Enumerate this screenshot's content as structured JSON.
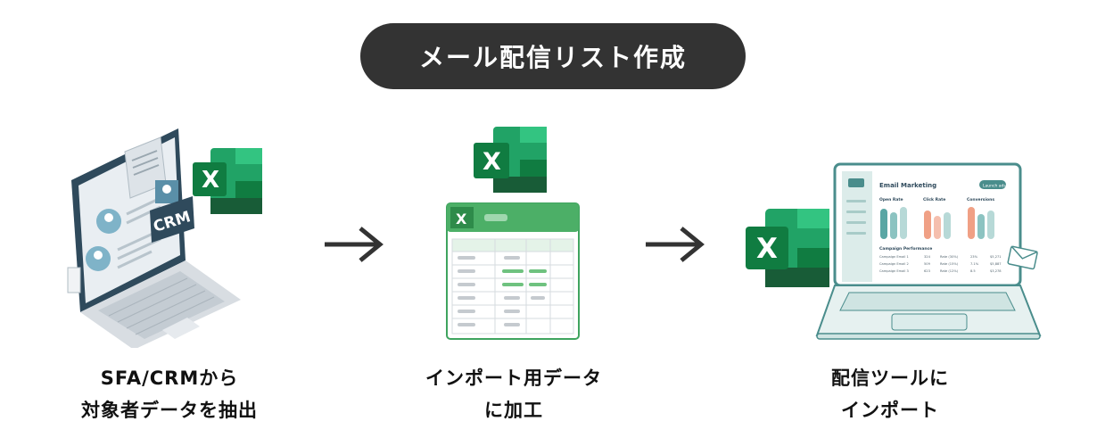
{
  "title": "メール配信リスト作成",
  "steps": [
    {
      "caption_line1": "SFA/CRMから",
      "caption_line2": "対象者データを抽出",
      "crm_label": "CRM"
    },
    {
      "caption_line1": "インポート用データ",
      "caption_line2": "に加工"
    },
    {
      "caption_line1": "配信ツールに",
      "caption_line2": "インポート",
      "dashboard": {
        "title": "Email Marketing",
        "button": "Launch ads",
        "metric1": "Open Rate",
        "metric2": "Click Rate",
        "metric3": "Conversions",
        "section": "Campaign Performance",
        "rows": [
          {
            "name": "Campaign Email 1",
            "c1": "324",
            "c2": "Rate (30%)",
            "c3": "23%",
            "c4": "$5,271"
          },
          {
            "name": "Campaign Email 2",
            "c1": "509",
            "c2": "Rate (15%)",
            "c3": "7.1%",
            "c4": "$5,887"
          },
          {
            "name": "Campaign Email 3",
            "c1": "623",
            "c2": "Rate (12%)",
            "c3": "8.5",
            "c4": "$3,278"
          }
        ]
      }
    }
  ],
  "excel_letter": "X",
  "colors": {
    "pill": "#333333",
    "excel_dark": "#107c41",
    "excel_mid": "#21a366",
    "excel_light": "#33c481",
    "laptop_dark": "#2f4a5c",
    "teal": "#4a8d8c"
  }
}
